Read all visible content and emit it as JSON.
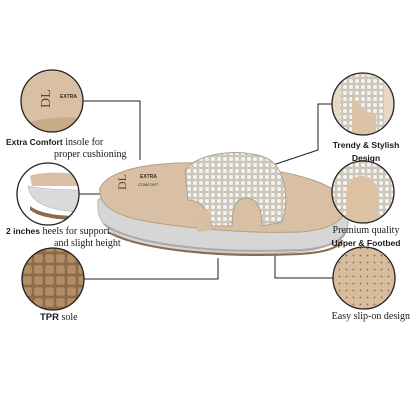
{
  "callouts": {
    "insole": {
      "bold": "Extra Comfort",
      "rest_line1": " insole for",
      "line2": "proper cushioning"
    },
    "heels": {
      "bold": "2 inches",
      "rest_line1": " heels for support",
      "line2": "and slight height"
    },
    "sole": {
      "bold": "TPR",
      "rest_line1": " sole"
    },
    "design": {
      "line1": "Trendy & Stylish",
      "line2": "Design"
    },
    "quality": {
      "line1": "Premium quality",
      "line2": "Upper & Footbed"
    },
    "slipon": {
      "line1": "Easy slip-on design"
    }
  },
  "brand": {
    "logo_text": "DL",
    "insole_text_1": "EXTRA",
    "insole_text_2": "COMFORT"
  },
  "colors": {
    "footbed": "#d9bfa3",
    "silver": "#dcdcdc",
    "sole_brown": "#a7865f",
    "pearl": "#f2efe8"
  }
}
